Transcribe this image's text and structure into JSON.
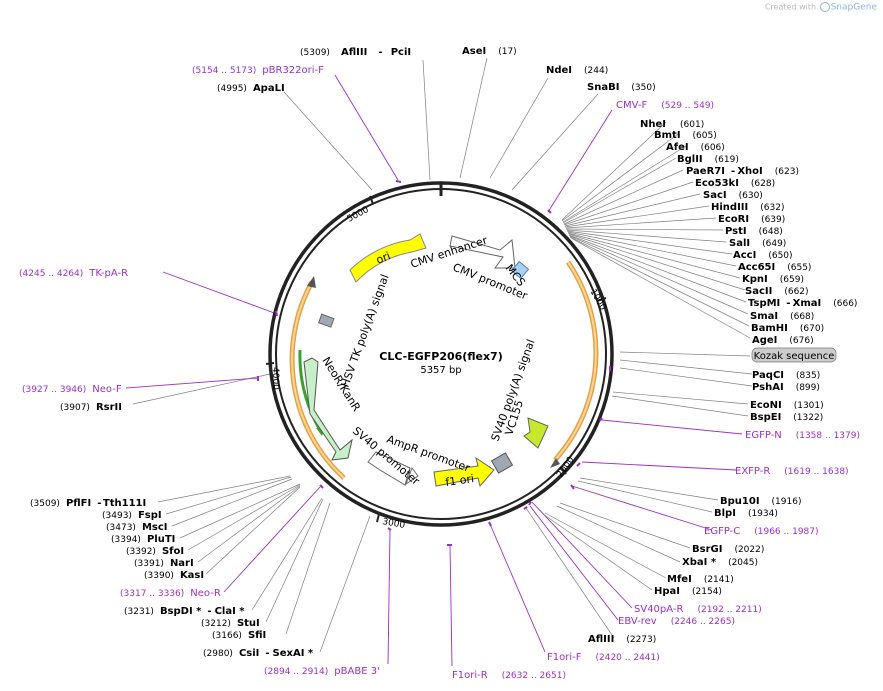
{
  "credit": {
    "prefix": "Created with",
    "brand": "SnapGene"
  },
  "plasmid": {
    "name": "CLC-EGFP206(flex7)",
    "size": "5357 bp"
  },
  "ring_ticks": [
    "1000",
    "2000",
    "3000",
    "4000",
    "5000"
  ],
  "features": [
    "CMV enhancer",
    "CMV promoter",
    "MCS",
    "SV40 poly(A) signal",
    "VC155",
    "f1 ori",
    "AmpR promoter",
    "SV40 promoter",
    "NeoR/KanR",
    "HSV TK poly(A) signal",
    "ori"
  ],
  "sites": {
    "aflIII_pciI": {
      "pos": "(5309)",
      "name": "AflIII",
      "name2": "PciI",
      "sep": "-"
    },
    "aseI": {
      "name": "AseI",
      "pos": "(17)"
    },
    "ndeI": {
      "name": "NdeI",
      "pos": "(244)"
    },
    "snaBI": {
      "name": "SnaBI",
      "pos": "(350)"
    },
    "apaLI": {
      "pos": "(4995)",
      "name": "ApaLI"
    },
    "nheI": {
      "name": "NheI",
      "pos": "(601)"
    },
    "bmtI": {
      "name": "BmtI",
      "pos": "(605)"
    },
    "afeI": {
      "name": "AfeI",
      "pos": "(606)"
    },
    "bglII": {
      "name": "BglII",
      "pos": "(619)"
    },
    "paeR7I_xhoI": {
      "name": "PaeR7I",
      "sep": "-",
      "name2": "XhoI",
      "pos": "(623)"
    },
    "eco53kI": {
      "name": "Eco53kI",
      "pos": "(628)"
    },
    "sacI": {
      "name": "SacI",
      "pos": "(630)"
    },
    "hindIII": {
      "name": "HindIII",
      "pos": "(632)"
    },
    "ecoRI": {
      "name": "EcoRI",
      "pos": "(639)"
    },
    "pstI": {
      "name": "PstI",
      "pos": "(648)"
    },
    "salI": {
      "name": "SalI",
      "pos": "(649)"
    },
    "accI": {
      "name": "AccI",
      "pos": "(650)"
    },
    "acc65I": {
      "name": "Acc65I",
      "pos": "(655)"
    },
    "kpnI": {
      "name": "KpnI",
      "pos": "(659)"
    },
    "sacII": {
      "name": "SacII",
      "pos": "(662)"
    },
    "tspMI_xmaI": {
      "name": "TspMI",
      "sep": "-",
      "name2": "XmaI",
      "pos": "(666)"
    },
    "smaI": {
      "name": "SmaI",
      "pos": "(668)"
    },
    "bamHI": {
      "name": "BamHI",
      "pos": "(670)"
    },
    "ageI": {
      "name": "AgeI",
      "pos": "(676)"
    },
    "paqCI": {
      "name": "PaqCI",
      "pos": "(835)"
    },
    "pshAI": {
      "name": "PshAI",
      "pos": "(899)"
    },
    "ecoNI": {
      "name": "EcoNI",
      "pos": "(1301)"
    },
    "bspEI": {
      "name": "BspEI",
      "pos": "(1322)"
    },
    "bpu10I": {
      "name": "Bpu10I",
      "pos": "(1916)"
    },
    "blpI": {
      "name": "BlpI",
      "pos": "(1934)"
    },
    "bsrGI": {
      "name": "BsrGI",
      "pos": "(2022)"
    },
    "xbaI": {
      "name": "XbaI *",
      "pos": "(2045)"
    },
    "mfeI": {
      "name": "MfeI",
      "pos": "(2141)"
    },
    "hpaI": {
      "name": "HpaI",
      "pos": "(2154)"
    },
    "aflIII2": {
      "name": "AflIII",
      "pos": "(2273)"
    },
    "rsrII": {
      "pos": "(3907)",
      "name": "RsrII"
    },
    "pflFI_tth111I": {
      "pos": "(3509)",
      "name": "PflFI",
      "sep": "-",
      "name2": "Tth111I"
    },
    "fspI": {
      "pos": "(3493)",
      "name": "FspI"
    },
    "mscI": {
      "pos": "(3473)",
      "name": "MscI"
    },
    "pluTI": {
      "pos": "(3394)",
      "name": "PluTI"
    },
    "sfoI": {
      "pos": "(3392)",
      "name": "SfoI"
    },
    "narI": {
      "pos": "(3391)",
      "name": "NarI"
    },
    "kasI": {
      "pos": "(3390)",
      "name": "KasI"
    },
    "bspDI_claI": {
      "pos": "(3231)",
      "name": "BspDI *",
      "sep": "-",
      "name2": "ClaI *"
    },
    "stuI": {
      "pos": "(3212)",
      "name": "StuI"
    },
    "sfiI": {
      "pos": "(3166)",
      "name": "SfiI"
    },
    "csiI_sexAI": {
      "pos": "(2980)",
      "name": "CsiI",
      "sep": "-",
      "name2": "SexAI *"
    }
  },
  "kozak": "Kozak sequence",
  "primers": {
    "pbr322ori_f": {
      "range": "(5154 .. 5173)",
      "name": "pBR322ori-F"
    },
    "cmv_f": {
      "name": "CMV-F",
      "range": "(529 .. 549)"
    },
    "tk_pa_r": {
      "range": "(4245 .. 4264)",
      "name": "TK-pA-R"
    },
    "neo_f": {
      "range": "(3927 .. 3946)",
      "name": "Neo-F"
    },
    "egfp_n": {
      "name": "EGFP-N",
      "range": "(1358 .. 1379)"
    },
    "exfp_r": {
      "name": "EXFP-R",
      "range": "(1619 .. 1638)"
    },
    "egfp_c": {
      "name": "EGFP-C",
      "range": "(1966 .. 1987)"
    },
    "sv40pa_r": {
      "name": "SV40pA-R",
      "range": "(2192 .. 2211)"
    },
    "ebv_rev": {
      "name": "EBV-rev",
      "range": "(2246 .. 2265)"
    },
    "f1ori_f": {
      "name": "F1ori-F",
      "range": "(2420 .. 2441)"
    },
    "f1ori_r": {
      "name": "F1ori-R",
      "range": "(2632 .. 2651)"
    },
    "neo_r": {
      "range": "(3317 .. 3336)",
      "name": "Neo-R"
    },
    "pbabe3": {
      "range": "(2894 .. 2914)",
      "name": "pBABE 3'"
    }
  },
  "colors": {
    "primer": "#9b30c8",
    "ring": "#222222",
    "ori": "#ffff00",
    "neo": "#c8f0c8",
    "orf": "#e8a040",
    "leader": "#808080"
  }
}
